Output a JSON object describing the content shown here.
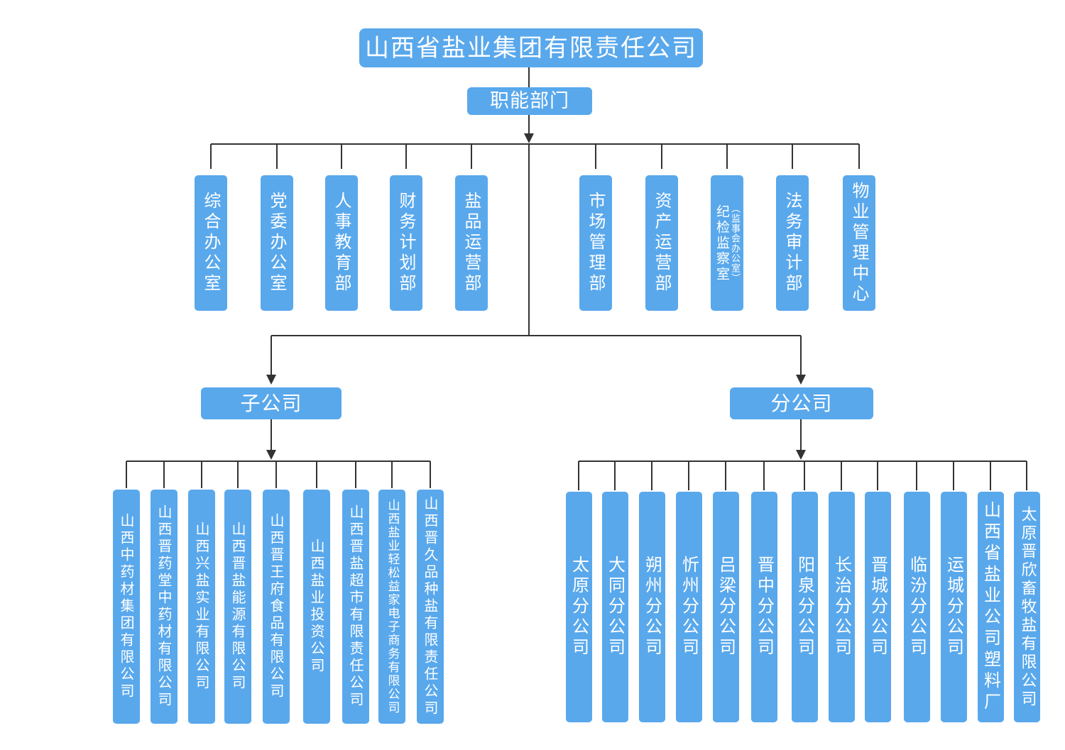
{
  "colors": {
    "node_fill": "#59a8ec",
    "node_text": "#ffffff",
    "connector": "#333333"
  },
  "root": {
    "label": "山西省盐业集团有限责任公司"
  },
  "functional": {
    "label": "职能部门",
    "departments": [
      {
        "label": "综合办公室"
      },
      {
        "label": "党委办公室"
      },
      {
        "label": "人事教育部"
      },
      {
        "label": "财务计划部"
      },
      {
        "label": "盐品运营部"
      },
      {
        "label": "市场管理部"
      },
      {
        "label": "资产运营部"
      },
      {
        "label": "纪检监察室",
        "label_sub": "（监事会办公室）"
      },
      {
        "label": "法务审计部"
      },
      {
        "label": "物业管理中心"
      }
    ]
  },
  "subsidiaries": {
    "label": "子公司",
    "companies": [
      {
        "label": "山西中药材集团有限公司"
      },
      {
        "label": "山西晋药堂中药材有限公司"
      },
      {
        "label": "山西兴盐实业有限公司"
      },
      {
        "label": "山西晋盐能源有限公司"
      },
      {
        "label": "山西晋王府食品有限公司"
      },
      {
        "label": "山西盐业投资公司"
      },
      {
        "label": "山西晋盐超市有限责任公司"
      },
      {
        "label": "山西盐业轻松益家电子商务有限公司"
      },
      {
        "label": "山西晋久品种盐有限责任公司"
      }
    ]
  },
  "branches": {
    "label": "分公司",
    "companies": [
      {
        "label": "太原分公司"
      },
      {
        "label": "大同分公司"
      },
      {
        "label": "朔州分公司"
      },
      {
        "label": "忻州分公司"
      },
      {
        "label": "吕梁分公司"
      },
      {
        "label": "晋中分公司"
      },
      {
        "label": "阳泉分公司"
      },
      {
        "label": "长治分公司"
      },
      {
        "label": "晋城分公司"
      },
      {
        "label": "临汾分公司"
      },
      {
        "label": "运城分公司"
      },
      {
        "label": "山西省盐业公司塑料厂"
      },
      {
        "label": "太原晋欣畜牧盐有限公司"
      }
    ]
  }
}
